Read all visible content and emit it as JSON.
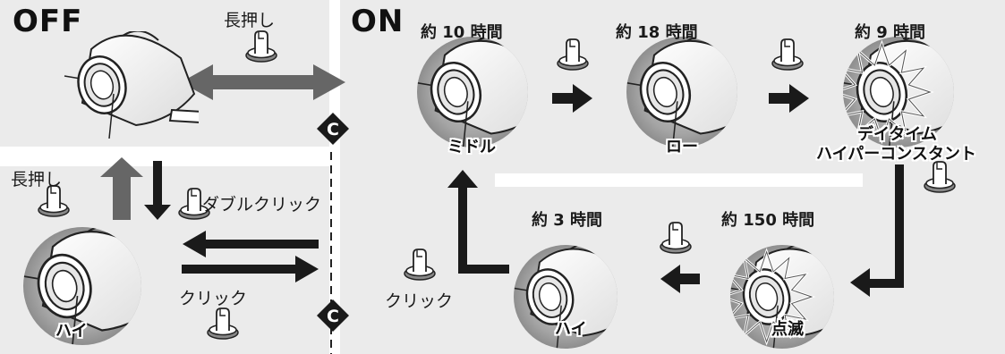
{
  "off_panel": {
    "title": "OFF",
    "long_press_top": "長押し",
    "long_press_left": "長押し",
    "double_click": "ダブルクリック",
    "click": "クリック",
    "mode_high": "ハイ"
  },
  "on_panel": {
    "title": "ON",
    "click": "クリック",
    "modes": [
      {
        "time": "約 10 時間",
        "label": "ミドル"
      },
      {
        "time": "約 18 時間",
        "label": "ロー"
      },
      {
        "time": "約 9 時間",
        "label_line1": "デイタイム",
        "label_line2": "ハイパーコンスタント"
      },
      {
        "time": "約 150 時間",
        "label": "点滅"
      },
      {
        "time": "約 3 時間",
        "label": "ハイ"
      }
    ]
  },
  "markers": {
    "c_label": "C"
  },
  "colors": {
    "panel_bg": "#ebebeb",
    "arrow_dark": "#1a1a1a",
    "arrow_gray": "#666666",
    "lamp_gray": "#9a9a9a"
  }
}
